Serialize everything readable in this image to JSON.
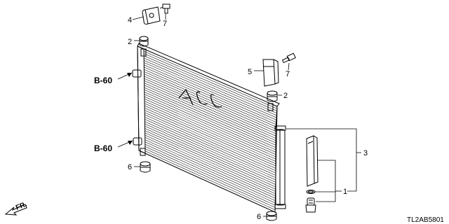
{
  "callouts": {
    "c1": "1",
    "c2a": "2",
    "c2b": "2",
    "c3": "3",
    "c4": "4",
    "c5": "5",
    "c6a": "6",
    "c6b": "6",
    "c7a": "7",
    "c7b": "7"
  },
  "refs": {
    "b60_upper": "B-60",
    "b60_lower": "B-60"
  },
  "direction_label": "FR.",
  "catalog_code": "TL2AB5801",
  "colors": {
    "line": "#000000",
    "background": "#ffffff"
  }
}
